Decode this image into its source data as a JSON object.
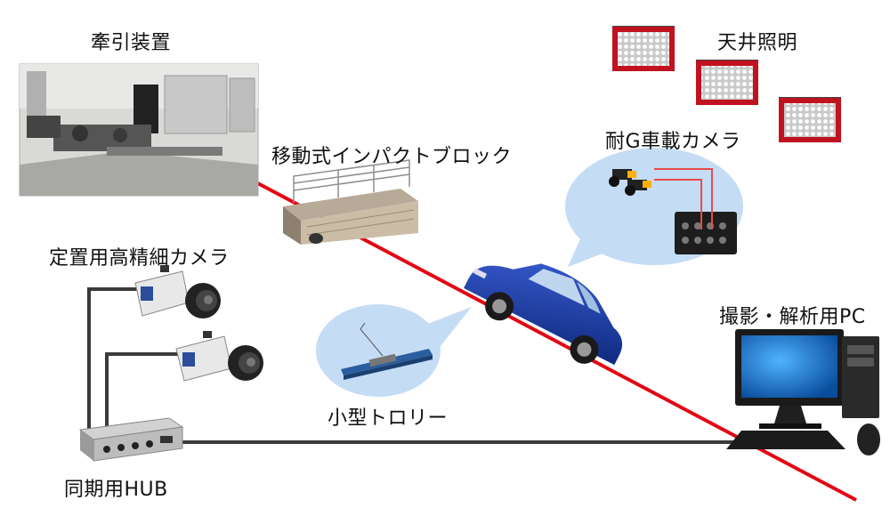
{
  "labels": {
    "traction": "牽引装置",
    "ceiling_light": "天井照明",
    "impact_block": "移動式インパクトブロック",
    "g_camera": "耐G車載カメラ",
    "fixed_camera": "定置用高精細カメラ",
    "pc": "撮影・解析用PC",
    "trolley": "小型トロリー",
    "hub": "同期用HUB"
  },
  "colors": {
    "track": "#e30613",
    "cable": "#3a3a3a",
    "bubble": "#c5dcf5",
    "car": "#1f3fae",
    "light": "#d9232d",
    "pc_screen": "#1e7fd0"
  }
}
